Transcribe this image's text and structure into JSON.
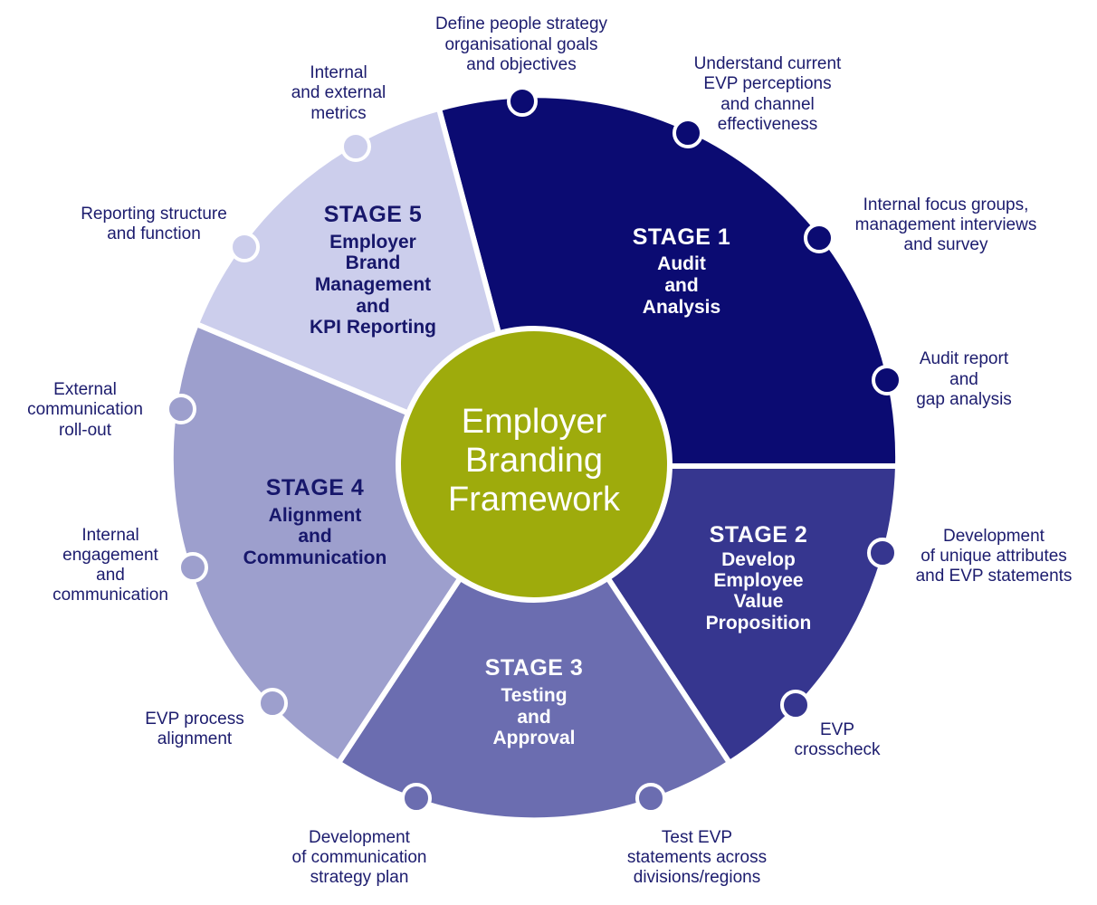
{
  "center": {
    "lines": [
      "Employer",
      "Branding",
      "Framework"
    ],
    "color": "#9eab0c"
  },
  "stages": [
    {
      "id": "stage-1",
      "title": "STAGE 1",
      "lines": [
        "Audit",
        "and",
        "Analysis"
      ],
      "color": "#0b0b72",
      "text_color": "#ffffff",
      "notes": [
        {
          "lines": [
            "Define people strategy",
            "organisational goals",
            "and objectives"
          ]
        },
        {
          "lines": [
            "Understand current",
            "EVP perceptions",
            "and channel",
            "effectiveness"
          ]
        },
        {
          "lines": [
            "Internal focus groups,",
            "management interviews",
            "and survey"
          ]
        },
        {
          "lines": [
            "Audit report",
            "and",
            "gap analysis"
          ]
        }
      ]
    },
    {
      "id": "stage-2",
      "title": "STAGE 2",
      "lines": [
        "Develop",
        "Employee",
        "Value",
        "Proposition"
      ],
      "color": "#36368f",
      "text_color": "#ffffff",
      "notes": [
        {
          "lines": [
            "Development",
            "of unique attributes",
            "and EVP statements"
          ]
        },
        {
          "lines": [
            "EVP",
            "crosscheck"
          ]
        }
      ]
    },
    {
      "id": "stage-3",
      "title": "STAGE 3",
      "lines": [
        "Testing",
        "and",
        "Approval"
      ],
      "color": "#6b6db0",
      "text_color": "#ffffff",
      "notes": [
        {
          "lines": [
            "Test EVP",
            "statements across",
            "divisions/regions"
          ]
        },
        {
          "lines": [
            "Development",
            "of communication",
            "strategy plan"
          ]
        }
      ]
    },
    {
      "id": "stage-4",
      "title": "STAGE 4",
      "lines": [
        "Alignment",
        "and",
        "Communication"
      ],
      "color": "#9d9fcd",
      "text_color": "#17176b",
      "notes": [
        {
          "lines": [
            "EVP process",
            "alignment"
          ]
        },
        {
          "lines": [
            "Internal",
            "engagement",
            "and",
            "communication"
          ]
        },
        {
          "lines": [
            "External",
            "communication",
            "roll-out"
          ]
        }
      ]
    },
    {
      "id": "stage-5",
      "title": "STAGE 5",
      "lines": [
        "Employer",
        "Brand",
        "Management",
        "and",
        "KPI Reporting"
      ],
      "color": "#ccceec",
      "text_color": "#17176b",
      "notes": [
        {
          "lines": [
            "Reporting structure",
            "and function"
          ]
        },
        {
          "lines": [
            "Internal",
            "and external",
            "metrics"
          ]
        }
      ]
    }
  ]
}
